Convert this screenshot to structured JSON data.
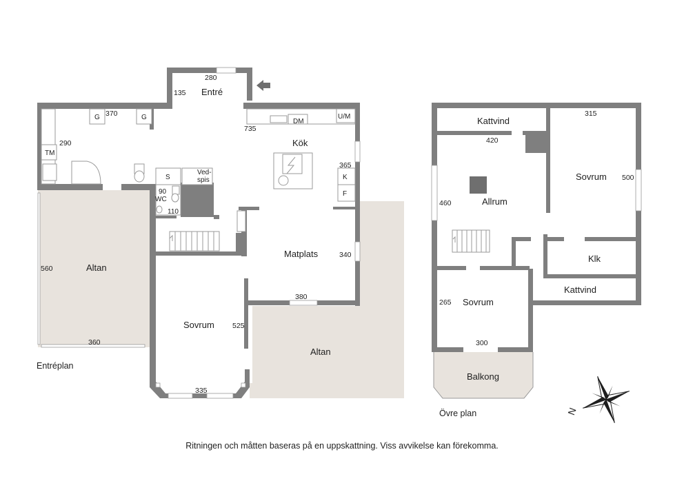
{
  "labels": {
    "entry_plan": "Entréplan",
    "upper_plan": "Övre plan",
    "disclaimer": "Ritningen och måtten baseras på en uppskattning. Viss avvikelse kan förekomma.",
    "compass_n": "N"
  },
  "entry_rooms": {
    "entre": "Entré",
    "kok": "Kök",
    "altan_west": "Altan",
    "matplats": "Matplats",
    "sovrum": "Sovrum",
    "altan_east": "Altan",
    "wc": "WC"
  },
  "entry_dims": {
    "d280": "280",
    "d135": "135",
    "d370": "370",
    "d290": "290",
    "d735": "735",
    "d365": "365",
    "d90": "90",
    "d110": "110",
    "d560": "560",
    "d360": "360",
    "d340": "340",
    "d380": "380",
    "d525": "525",
    "d335": "335"
  },
  "entry_fixtures": {
    "g1": "G",
    "g2": "G",
    "tm": "TM",
    "dm": "DM",
    "um": "U/M",
    "s": "S",
    "vedspis_1": "Ved-",
    "vedspis_2": "spis",
    "k": "K",
    "f": "F"
  },
  "upper_rooms": {
    "kattvind_top": "Kattvind",
    "sovrum_ne": "Sovrum",
    "allrum": "Allrum",
    "klk": "Klk",
    "kattvind_bottom": "Kattvind",
    "sovrum_sw": "Sovrum",
    "balkong": "Balkong"
  },
  "upper_dims": {
    "d315": "315",
    "d420": "420",
    "d500": "500",
    "d460": "460",
    "d265": "265",
    "d300": "300"
  }
}
